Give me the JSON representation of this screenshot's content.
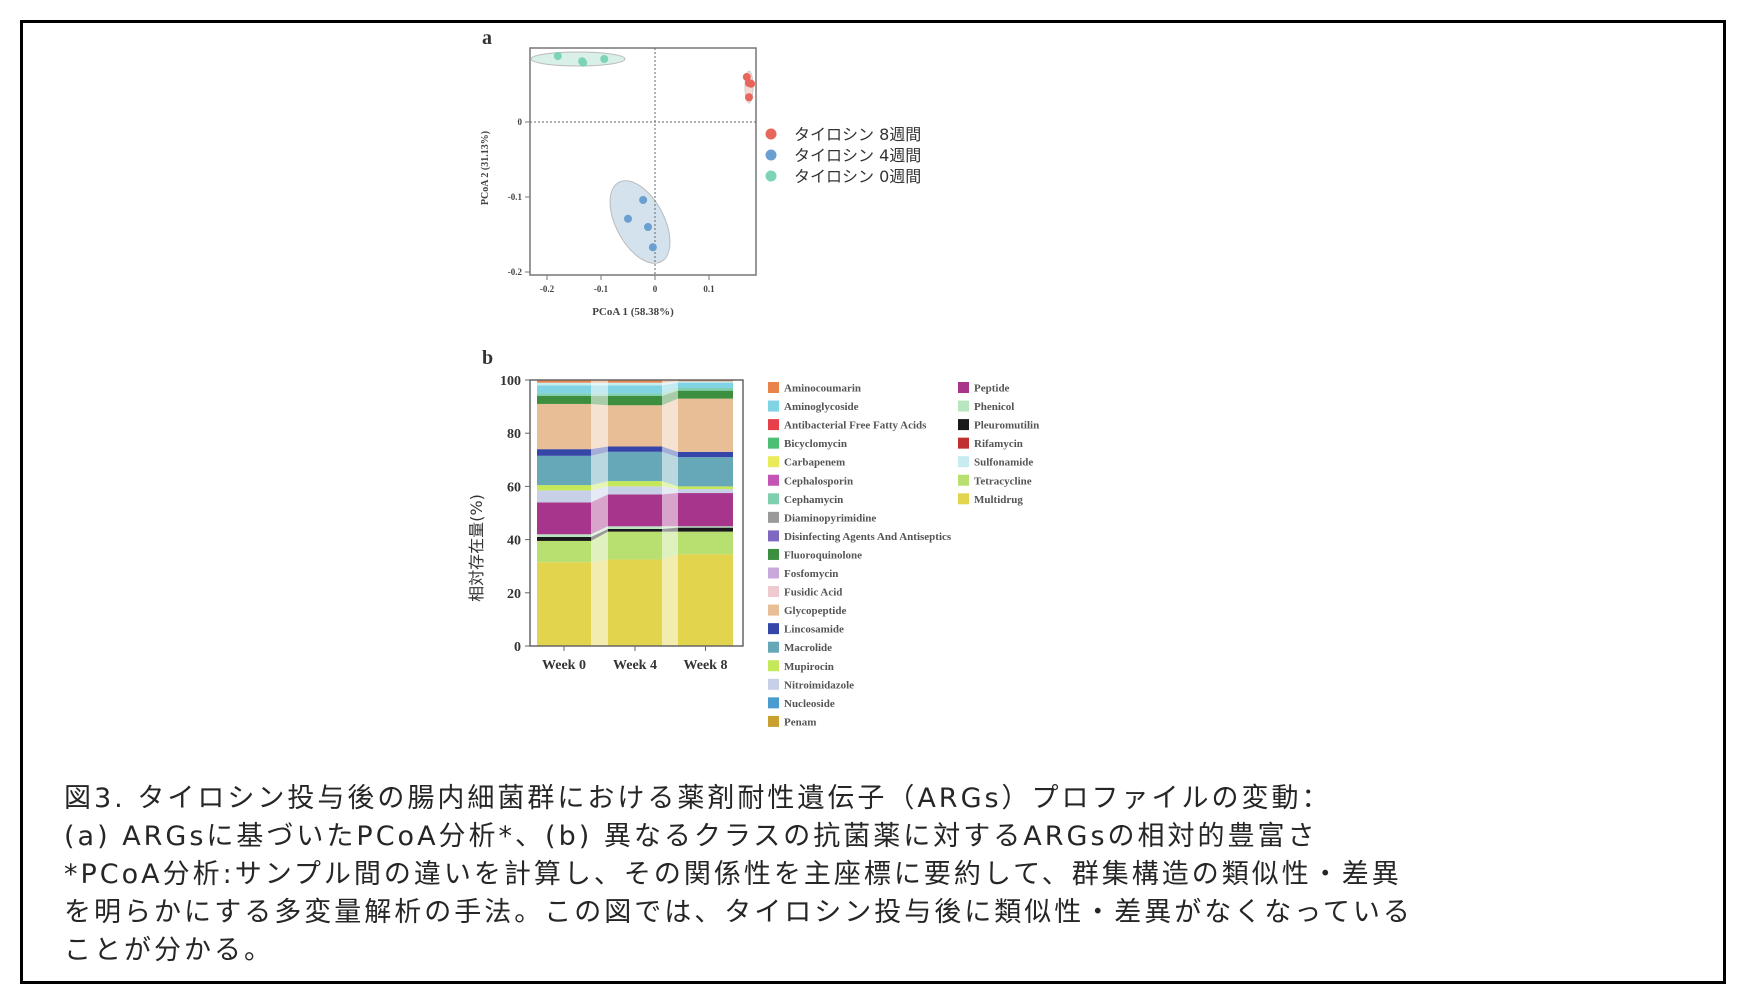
{
  "panel_a_label": "a",
  "panel_b_label": "b",
  "chart_data": [
    {
      "type": "scatter",
      "title": "",
      "xlabel": "PCoA 1 (58.38%)",
      "ylabel": "PCoA 2 (31.13%)",
      "xlim": [
        -0.237,
        0.181
      ],
      "ylim": [
        -0.204,
        0.097
      ],
      "x_ticks": [
        "-0.2",
        "-0.1",
        "0",
        "0.1"
      ],
      "x_tick_values": [
        -0.2,
        -0.1,
        0,
        0.1
      ],
      "y_ticks": [
        "0",
        "-0.1",
        "-0.2"
      ],
      "y_tick_values": [
        0,
        -0.1,
        -0.2
      ],
      "reference_lines": {
        "x": 0,
        "y": 0
      },
      "legend_position": "right",
      "series": [
        {
          "name": "タイロシン 8週間",
          "color": "#e8655c",
          "x": [
            0.17,
            0.174,
            0.178,
            0.174
          ],
          "y": [
            0.06,
            0.052,
            0.051,
            0.033
          ]
        },
        {
          "name": "タイロシン 4週間",
          "color": "#6a9fcf",
          "x": [
            -0.022,
            -0.05,
            -0.013,
            -0.004
          ],
          "y": [
            -0.104,
            -0.129,
            -0.14,
            -0.167
          ]
        },
        {
          "name": "タイロシン 0週間",
          "color": "#7dd3b6",
          "x": [
            -0.18,
            -0.135,
            -0.133,
            -0.094
          ],
          "y": [
            0.088,
            0.081,
            0.079,
            0.084
          ]
        }
      ]
    },
    {
      "type": "bar",
      "stacked": true,
      "title": "",
      "xlabel": "",
      "ylabel": "相対存在量(%)",
      "ylim": [
        0,
        100
      ],
      "y_ticks": [
        "0",
        "20",
        "40",
        "60",
        "80",
        "100"
      ],
      "y_tick_values": [
        0,
        20,
        40,
        60,
        80,
        100
      ],
      "categories": [
        "Week 0",
        "Week 4",
        "Week 8"
      ],
      "legend_position": "right",
      "legend": [
        {
          "name": "Aminocoumarin",
          "color": "#e8834a"
        },
        {
          "name": "Aminoglycoside",
          "color": "#7fd3e3"
        },
        {
          "name": "Antibacterial Free Fatty Acids",
          "color": "#e8404a"
        },
        {
          "name": "Bicyclomycin",
          "color": "#4dbf74"
        },
        {
          "name": "Carbapenem",
          "color": "#e8ec5a"
        },
        {
          "name": "Cephalosporin",
          "color": "#c455b4"
        },
        {
          "name": "Cephamycin",
          "color": "#7fcfae"
        },
        {
          "name": "Diaminopyrimidine",
          "color": "#9a9a9a"
        },
        {
          "name": "Disinfecting Agents And Antiseptics",
          "color": "#7f68c0"
        },
        {
          "name": "Fluoroquinolone",
          "color": "#3d8f3f"
        },
        {
          "name": "Fosfomycin",
          "color": "#c9a9dc"
        },
        {
          "name": "Fusidic Acid",
          "color": "#f0c9d0"
        },
        {
          "name": "Glycopeptide",
          "color": "#e8be96"
        },
        {
          "name": "Lincosamide",
          "color": "#3546a8"
        },
        {
          "name": "Macrolide",
          "color": "#67a8b8"
        },
        {
          "name": "Mupirocin",
          "color": "#c4e85a"
        },
        {
          "name": "Nitroimidazole",
          "color": "#c8d0e8"
        },
        {
          "name": "Nucleoside",
          "color": "#4a9cd0"
        },
        {
          "name": "Penam",
          "color": "#c9a030"
        },
        {
          "name": "Peptide",
          "color": "#a8358c"
        },
        {
          "name": "Phenicol",
          "color": "#b8e6c0"
        },
        {
          "name": "Pleuromutilin",
          "color": "#1a1a1a"
        },
        {
          "name": "Rifamycin",
          "color": "#c03030"
        },
        {
          "name": "Sulfonamide",
          "color": "#c6ecf2"
        },
        {
          "name": "Tetracycline",
          "color": "#b8e070"
        },
        {
          "name": "Multidrug",
          "color": "#e3d44e"
        }
      ],
      "series": [
        {
          "name": "Multidrug",
          "values": [
            31.5,
            32.5,
            34.5
          ]
        },
        {
          "name": "Tetracycline",
          "values": [
            8,
            10.5,
            8.5
          ]
        },
        {
          "name": "Pleuromutilin",
          "values": [
            1.5,
            1,
            1.5
          ]
        },
        {
          "name": "Phenicol",
          "values": [
            1,
            1,
            0.5
          ]
        },
        {
          "name": "Peptide",
          "values": [
            12,
            12,
            12.5
          ]
        },
        {
          "name": "Nitroimidazole",
          "values": [
            4.5,
            3,
            1.5
          ]
        },
        {
          "name": "Mupirocin",
          "values": [
            2,
            2,
            1
          ]
        },
        {
          "name": "Macrolide",
          "values": [
            11,
            11,
            11
          ]
        },
        {
          "name": "Lincosamide",
          "values": [
            2.5,
            2,
            2
          ]
        },
        {
          "name": "Glycopeptide",
          "values": [
            17,
            15.5,
            20
          ]
        },
        {
          "name": "Fluoroquinolone",
          "values": [
            3,
            3.5,
            3
          ]
        },
        {
          "name": "Cephamycin",
          "values": [
            1,
            1,
            1
          ]
        },
        {
          "name": "Aminoglycoside",
          "values": [
            3,
            3,
            2
          ]
        },
        {
          "name": "Sulfonamide",
          "values": [
            1,
            1,
            0.5
          ]
        },
        {
          "name": "Aminocoumarin",
          "values": [
            1,
            1,
            0.5
          ]
        }
      ]
    }
  ],
  "caption": {
    "lines": [
      "図3. タイロシン投与後の腸内細菌群における薬剤耐性遺伝子（ARGs）プロファイルの変動：",
      "(a) ARGsに基づいたPCoA分析*、(b) 異なるクラスの抗菌薬に対するARGsの相対的豊富さ",
      "*PCoA分析:サンプル間の違いを計算し、その関係性を主座標に要約して、群集構造の類似性・差異",
      "を明らかにする多変量解析の手法。この図では、タイロシン投与後に類似性・差異がなくなっている",
      "ことが分かる。"
    ]
  }
}
